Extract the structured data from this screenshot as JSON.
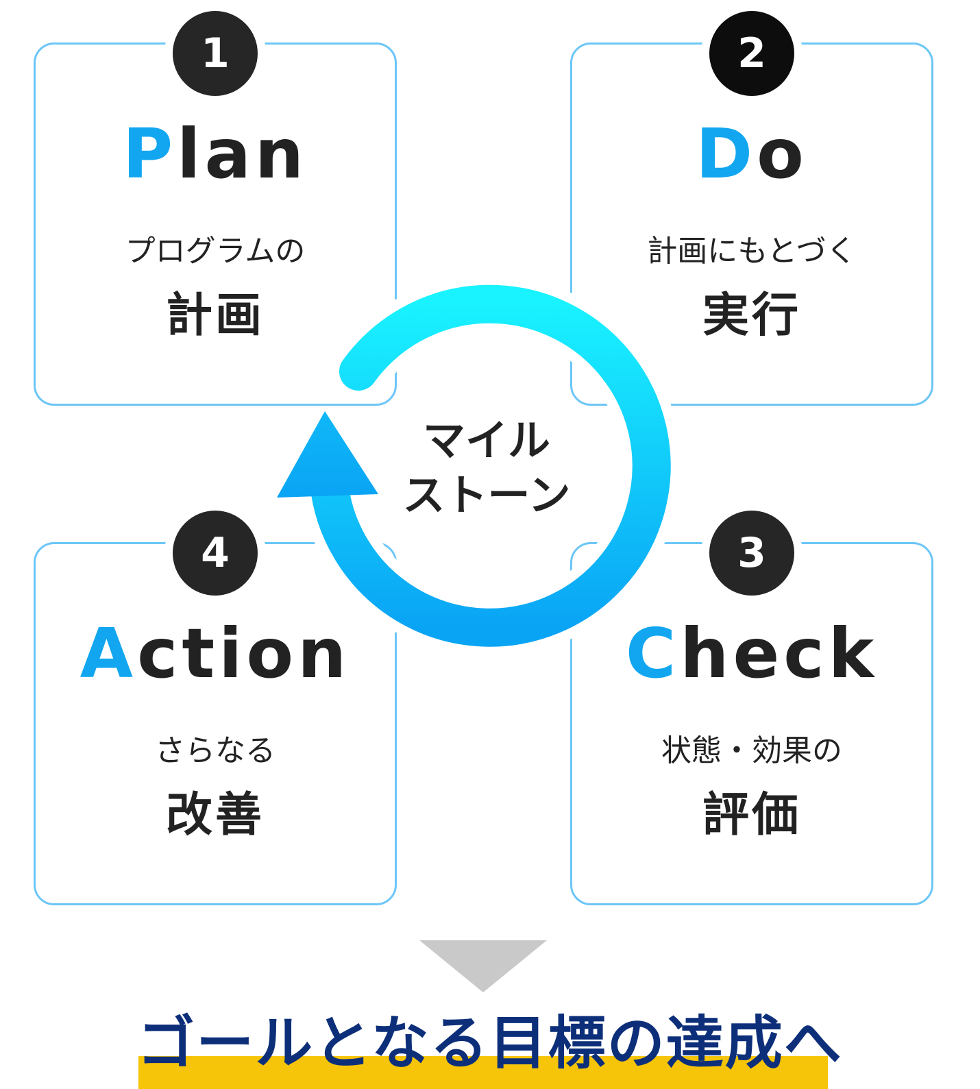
{
  "colors": {
    "accent": "#12a6f0",
    "card_border": "#6cc6f7",
    "badge": "#262626",
    "goal_text": "#0d2f7a",
    "goal_highlight": "#f6c409",
    "arrow_gray": "#c9c9c9",
    "cycle_gradient_start": "#19f2ff",
    "cycle_gradient_end": "#0aa4f5"
  },
  "cards": {
    "plan": {
      "number": "1",
      "first_letter": "P",
      "rest": "lan",
      "sub": "プログラムの",
      "main": "計画"
    },
    "do": {
      "number": "2",
      "first_letter": "D",
      "rest": "o",
      "sub": "計画にもとづく",
      "main": "実行"
    },
    "check": {
      "number": "3",
      "first_letter": "C",
      "rest": "heck",
      "sub": "状態・効果の",
      "main": "評価"
    },
    "action": {
      "number": "4",
      "first_letter": "A",
      "rest": "ction",
      "sub": "さらなる",
      "main": "改善"
    }
  },
  "center": {
    "line1": "マイル",
    "line2": "ストーン"
  },
  "goal": {
    "text": "ゴールとなる目標の達成へ"
  }
}
